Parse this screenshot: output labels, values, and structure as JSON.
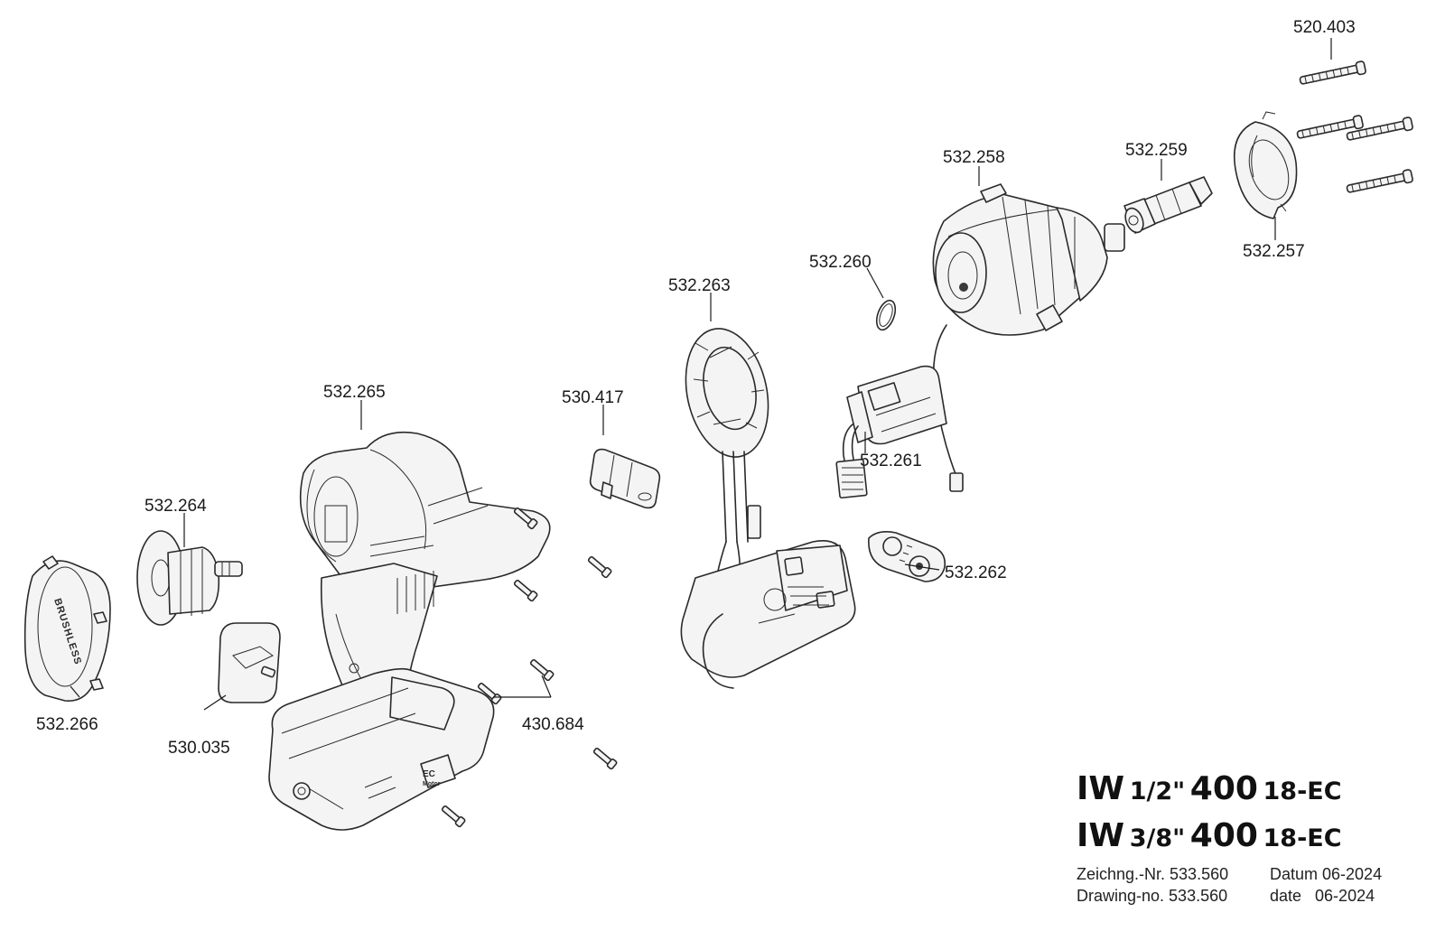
{
  "parts": [
    {
      "id": "520.403",
      "label": "520.403"
    },
    {
      "id": "532.258",
      "label": "532.258"
    },
    {
      "id": "532.259",
      "label": "532.259"
    },
    {
      "id": "532.257",
      "label": "532.257"
    },
    {
      "id": "532.260",
      "label": "532.260"
    },
    {
      "id": "532.263",
      "label": "532.263"
    },
    {
      "id": "530.417",
      "label": "530.417"
    },
    {
      "id": "532.265",
      "label": "532.265"
    },
    {
      "id": "532.261",
      "label": "532.261"
    },
    {
      "id": "532.264",
      "label": "532.264"
    },
    {
      "id": "532.262",
      "label": "532.262"
    },
    {
      "id": "532.266",
      "label": "532.266"
    },
    {
      "id": "530.035",
      "label": "530.035"
    },
    {
      "id": "430.684",
      "label": "430.684"
    }
  ],
  "part_markings": {
    "brushless": "BRUSHLESS",
    "ec_badge": "EC",
    "motor_badge": "Motor"
  },
  "title_block": {
    "model_1": {
      "prefix": "IW",
      "size": "1/2\"",
      "power": "400",
      "suffix": "18-EC"
    },
    "model_2": {
      "prefix": "IW",
      "size": "3/8\"",
      "power": "400",
      "suffix": "18-EC"
    },
    "drawing_number_de": "Zeichng.-Nr. 533.560",
    "date_de": "Datum 06-2024",
    "drawing_number_en": "Drawing-no. 533.560",
    "date_en": "date   06-2024"
  }
}
